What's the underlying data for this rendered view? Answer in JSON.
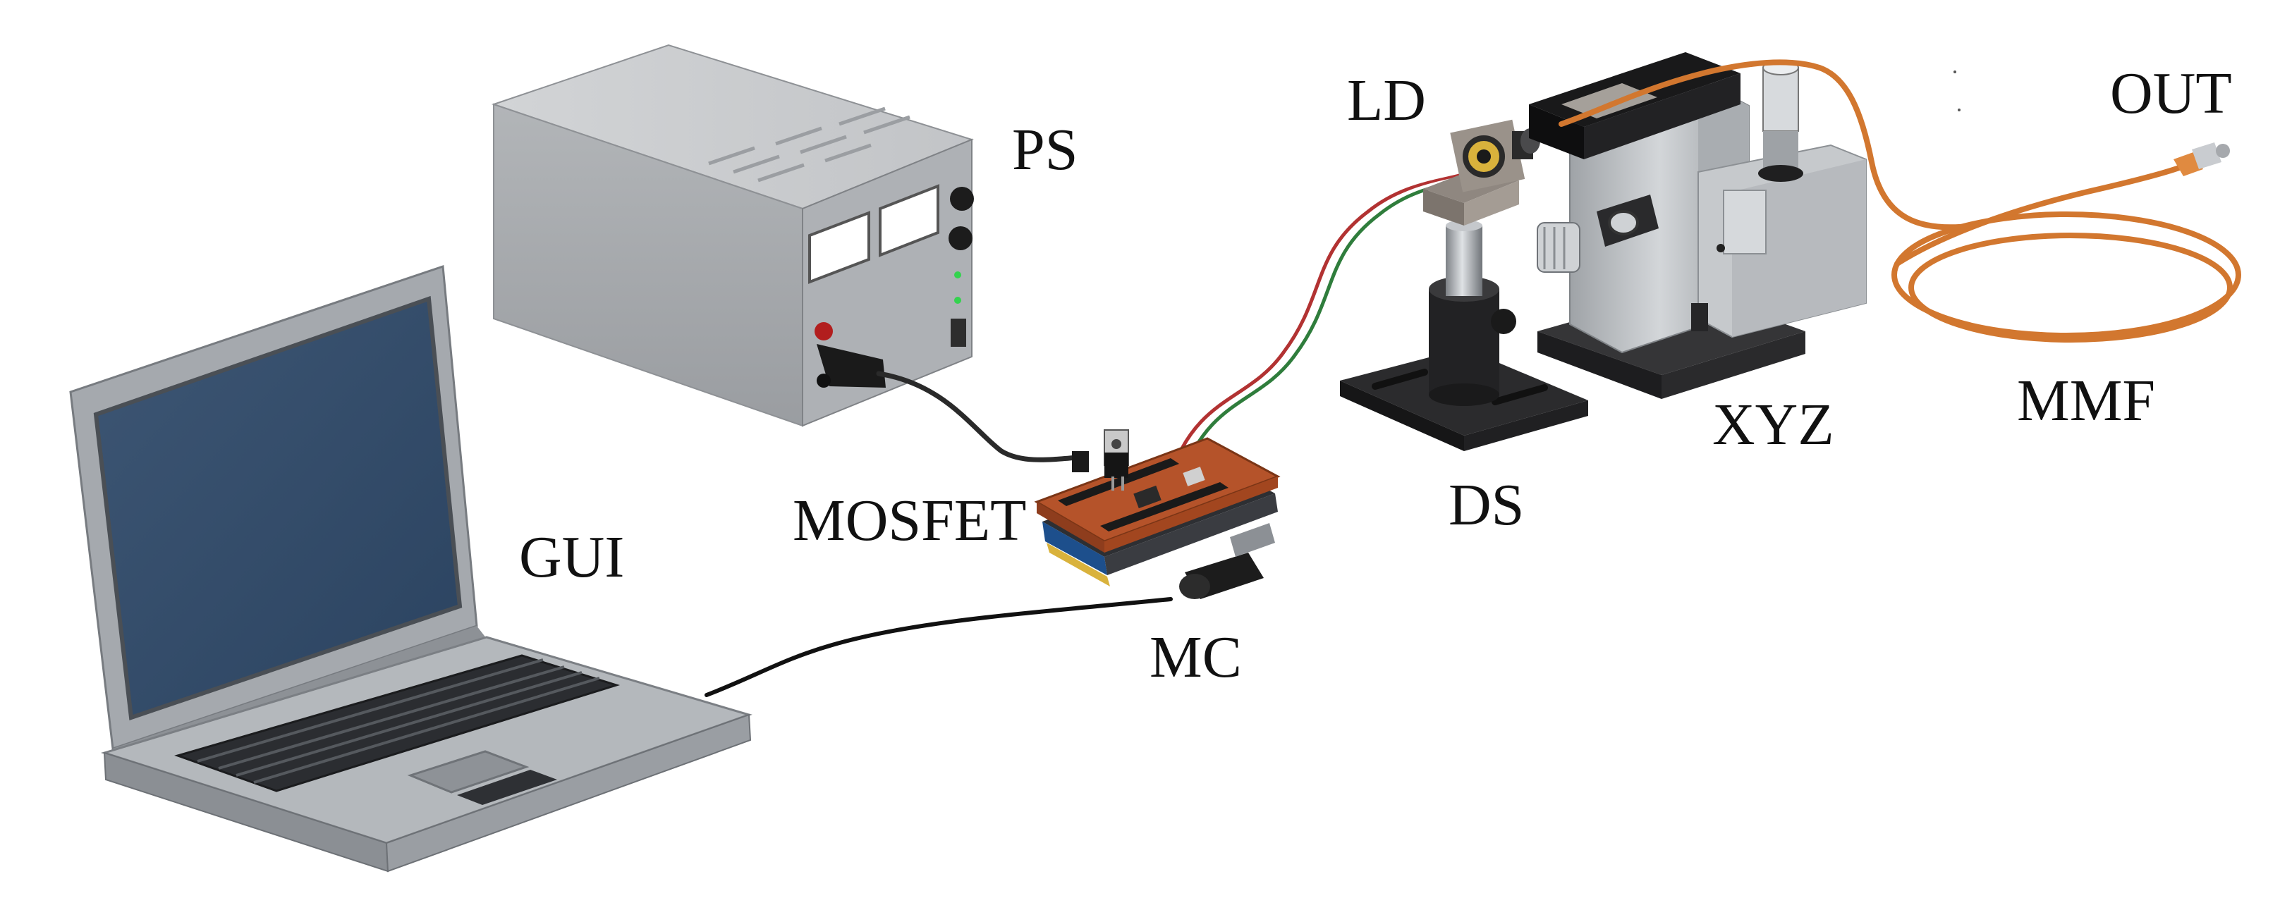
{
  "labels": {
    "ps": "PS",
    "ld": "LD",
    "out": "OUT",
    "gui": "GUI",
    "mosfet": "MOSFET",
    "mc": "MC",
    "ds": "DS",
    "xyz": "XYZ",
    "mmf": "MMF"
  },
  "colors": {
    "laptop_body": "#a9adb2",
    "laptop_screen": "#324b66",
    "psu_body": "#b9bcbf",
    "board_pcb": "#b5532a",
    "stage_metal": "#c3c6c9",
    "dark_mount": "#2a2a2c",
    "fiber": "#d2772f",
    "cable": "#111111"
  }
}
